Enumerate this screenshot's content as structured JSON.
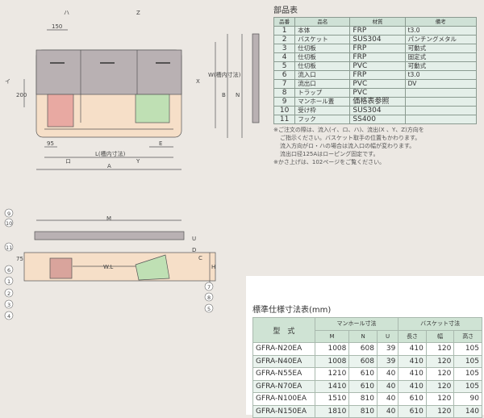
{
  "plan": {
    "dirs": {
      "i": "イ",
      "ro": "ロ",
      "ha": "ハ",
      "x": "X",
      "y": "Y",
      "z": "Z"
    },
    "dim_150": "150",
    "dim_200": "200",
    "dim_95": "95",
    "dim_e": "E",
    "dim_l": "L(槽内寸法)",
    "dim_a": "A",
    "dim_w": "W(槽内寸法)",
    "dim_b": "B",
    "dim_n": "N"
  },
  "section": {
    "dim_m": "M",
    "dim_u": "U",
    "dim_c": "C",
    "dim_h": "H",
    "dim_75": "75",
    "dim_d": "D",
    "water_level": "W.L",
    "callouts": [
      "9",
      "10",
      "11",
      "6",
      "1",
      "2",
      "3",
      "4",
      "7",
      "8",
      "5"
    ]
  },
  "parts": {
    "title": "部品表",
    "headers": [
      "品番",
      "品名",
      "材質",
      "備考"
    ],
    "rows": [
      [
        "1",
        "本体",
        "FRP",
        "t3.0"
      ],
      [
        "2",
        "バスケット",
        "SUS304",
        "パンチングメタル"
      ],
      [
        "3",
        "仕切板",
        "FRP",
        "可動式"
      ],
      [
        "4",
        "仕切板",
        "FRP",
        "固定式"
      ],
      [
        "5",
        "仕切板",
        "PVC",
        "可動式"
      ],
      [
        "6",
        "流入口",
        "FRP",
        "t3.0"
      ],
      [
        "7",
        "流出口",
        "PVC",
        "DV"
      ],
      [
        "8",
        "トラップ",
        "PVC",
        ""
      ],
      [
        "9",
        "マンホール蓋",
        "価格表参照",
        ""
      ],
      [
        "10",
        "受け枠",
        "SUS304",
        ""
      ],
      [
        "11",
        "フック",
        "SS400",
        ""
      ]
    ],
    "notes": [
      "※ご注文の際は、流入(イ、ロ、ハ)、流出(X 、Y、Z)方向を",
      "ご指示ください。バスケット取手の位置もかわります。",
      "流入方向がロ・ハの場合は流入口の幅が変わります。",
      "流出口径125Aはローピング固定です。",
      "※かさ上げは、102ページをご覧ください。"
    ]
  },
  "spec": {
    "title": "標準仕様寸法表(mm)",
    "model_header": "型　式",
    "group_manhole": "マンホール寸法",
    "group_basket": "バスケット寸法",
    "sub_headers": [
      "M",
      "N",
      "U",
      "長さ",
      "幅",
      "高さ"
    ],
    "rows": [
      [
        "GFRA-N20EA",
        "1008",
        "608",
        "39",
        "410",
        "120",
        "105"
      ],
      [
        "GFRA-N40EA",
        "1008",
        "608",
        "39",
        "410",
        "120",
        "105"
      ],
      [
        "GFRA-N55EA",
        "1210",
        "610",
        "40",
        "410",
        "120",
        "105"
      ],
      [
        "GFRA-N70EA",
        "1410",
        "610",
        "40",
        "410",
        "120",
        "105"
      ],
      [
        "GFRA-N100EA",
        "1510",
        "810",
        "40",
        "610",
        "120",
        "90"
      ],
      [
        "GFRA-N150EA",
        "1810",
        "810",
        "40",
        "610",
        "120",
        "140"
      ]
    ]
  }
}
